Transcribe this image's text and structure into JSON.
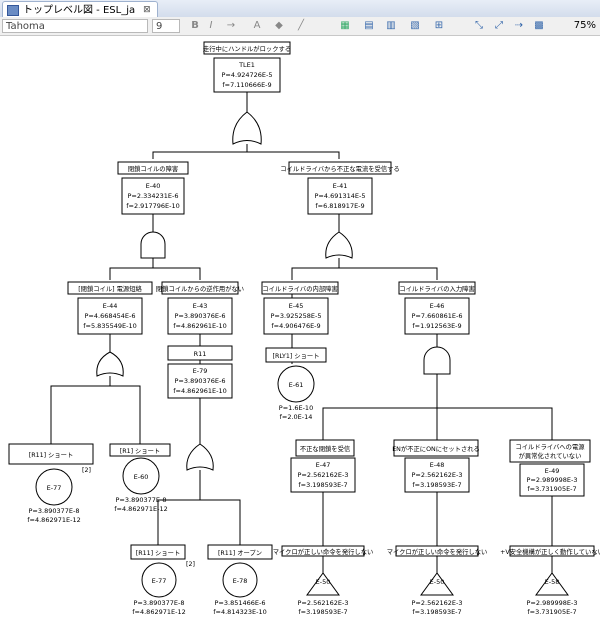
{
  "tab": {
    "title": "トップレベル図 - ESL_ja",
    "close": "⊠"
  },
  "toolbar": {
    "font": "Tahoma",
    "size": "9",
    "zoom": "75%",
    "bold": "B",
    "italic": "I",
    "fontcolor": "A"
  },
  "diagram": {
    "top": {
      "title": "走行中にハンドルがロックする",
      "name": "TLE1",
      "p": "P=4.924726E-5",
      "f": "f=7.110666E-9"
    },
    "e40": {
      "title": "閉鎖コイルの障害",
      "name": "E-40",
      "p": "P=2.334231E-6",
      "f": "f=2.917796E-10"
    },
    "e41": {
      "title": "コイルドライバから不正な電流を受信する",
      "name": "E-41",
      "p": "P=4.691314E-5",
      "f": "f=6.818917E-9"
    },
    "e44": {
      "title": "[閉鎖コイル] 電源短絡",
      "name": "E-44",
      "p": "P=4.668454E-6",
      "f": "f=5.835549E-10"
    },
    "e43": {
      "title": "閉鎖コイルからの逆作用がない",
      "name": "E-43",
      "p": "P=3.890376E-6",
      "f": "f=4.862961E-10"
    },
    "r11": {
      "title": "R11"
    },
    "e79": {
      "name": "E-79",
      "p": "P=3.890376E-6",
      "f": "f=4.862961E-10"
    },
    "e45": {
      "title": "コイルドライバの内部障害",
      "name": "E-45",
      "p": "P=3.925258E-5",
      "f": "f=4.906476E-9"
    },
    "e46": {
      "title": "コイルドライバの入力障害",
      "name": "E-46",
      "p": "P=7.660861E-6",
      "f": "f=1.912563E-9"
    },
    "rly1": {
      "title": "[RLY1] ショート",
      "name": "E-61",
      "p": "P=1.6E-10",
      "f": "f=2.0E-14"
    },
    "r11s": {
      "title": "[R11] ショート",
      "name": "E-77",
      "badge": "[2]",
      "p": "P=3.890377E-8",
      "f": "f=4.862971E-12"
    },
    "r1s": {
      "title": "[R1] ショート",
      "name": "E-60",
      "p": "P=3.890377E-8",
      "f": "f=4.862971E-12"
    },
    "r11s2": {
      "title": "[R11] ショート",
      "name": "E-77",
      "badge": "[2]",
      "p": "P=3.890377E-8",
      "f": "f=4.862971E-12"
    },
    "r11o": {
      "title": "[R11] オープン",
      "name": "E-78",
      "p": "P=3.851466E-6",
      "f": "f=4.814323E-10"
    },
    "e47": {
      "title": "不正な閉鎖を受信",
      "name": "E-47",
      "p": "P=2.562162E-3",
      "f": "f=3.198593E-7"
    },
    "e48": {
      "title": "ENが不正にONにセットされる",
      "name": "E-48",
      "p": "P=2.562162E-3",
      "f": "f=3.198593E-7"
    },
    "e49": {
      "title1": "コイルドライバへの電源",
      "title2": "が異常化されていない",
      "name": "E-49",
      "p": "P=2.989998E-3",
      "f": "f=3.731905E-7"
    },
    "m1": {
      "title": "マイクロが正しい命令を発行しない",
      "name": "E-50",
      "p": "P=2.562162E-3",
      "f": "f=3.198593E-7"
    },
    "m2": {
      "title": "マイクロが正しい命令を発行しない",
      "name": "E-50",
      "p": "P=2.562162E-3",
      "f": "f=3.198593E-7"
    },
    "m3": {
      "title": "+V安全機構が正しく動作していない",
      "name": "E-58",
      "p": "P=2.989998E-3",
      "f": "f=3.731905E-7"
    }
  }
}
